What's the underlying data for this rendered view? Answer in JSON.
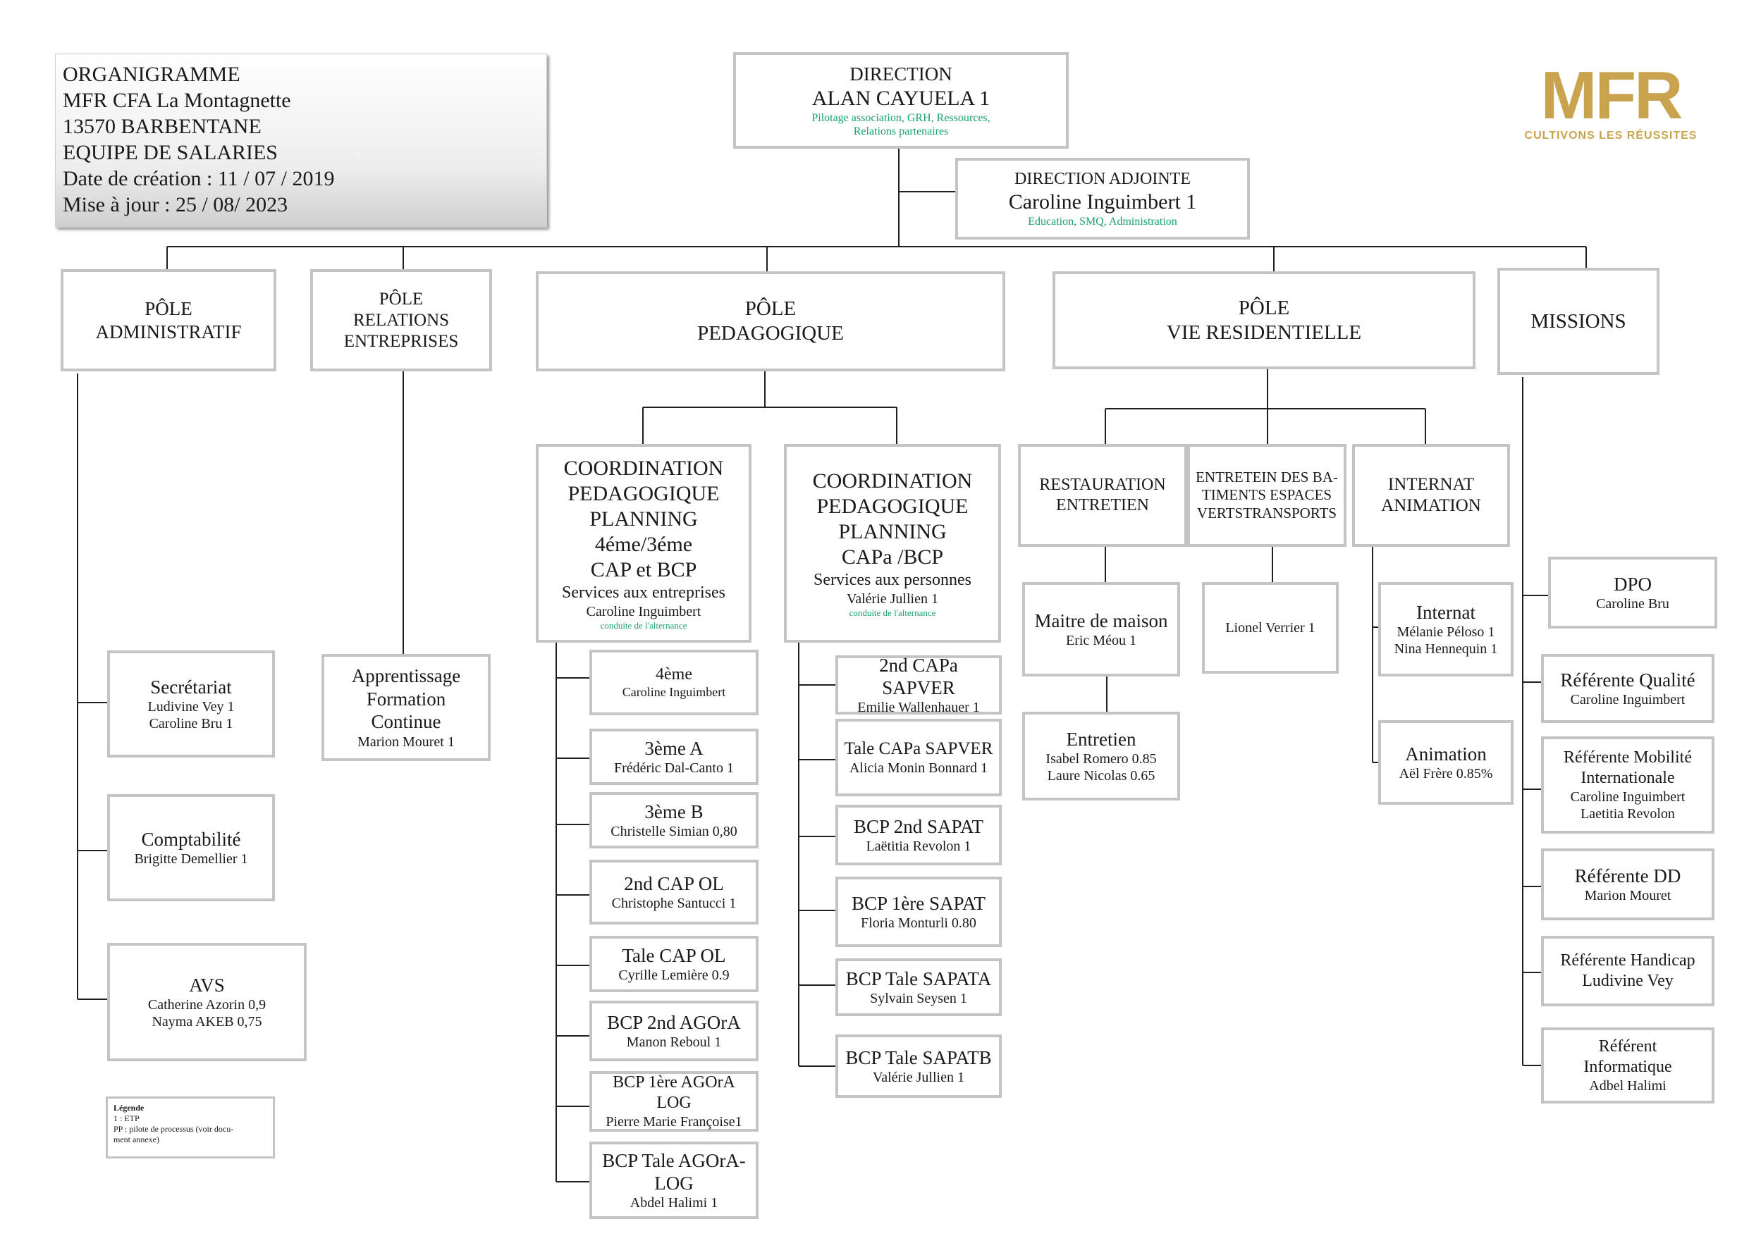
{
  "header": {
    "lines": [
      "ORGANIGRAMME",
      "MFR  CFA La Montagnette",
      "13570 BARBENTANE",
      "EQUIPE DE SALARIES",
      "Date de création : 11 / 07 / 2019",
      "Mise à jour : 25 / 08/ 2023"
    ]
  },
  "logo": {
    "text": "MFR",
    "tagline": "CULTIVONS LES RÉUSSITES"
  },
  "direction": {
    "title": "DIRECTION",
    "name": "ALAN CAYUELA 1",
    "role1": "Pilotage association, GRH, Ressources,",
    "role2": "Relations partenaires"
  },
  "direction_adjointe": {
    "title": "DIRECTION ADJOINTE",
    "name": "Caroline Inguimbert 1",
    "role": "Education, SMQ, Administration"
  },
  "poles": {
    "administratif": {
      "l1": "PÔLE",
      "l2": "ADMINISTRATIF"
    },
    "relations": {
      "l1": "PÔLE",
      "l2": "RELATIONS",
      "l3": "ENTREPRISES"
    },
    "pedagogique": {
      "l1": "PÔLE",
      "l2": "PEDAGOGIQUE"
    },
    "vie": {
      "l1": "PÔLE",
      "l2": "VIE RESIDENTIELLE"
    },
    "missions": {
      "l1": "MISSIONS"
    }
  },
  "administratif": {
    "secretariat": {
      "title": "Secrétariat",
      "p1": "Ludivine Vey 1",
      "p2": "Caroline Bru 1"
    },
    "comptabilite": {
      "title": "Comptabilité",
      "p1": "Brigitte Demellier 1"
    },
    "avs": {
      "title": "AVS",
      "p1": "Catherine Azorin 0,9",
      "p2": "Nayma  AKEB 0,75"
    }
  },
  "legend": {
    "title": "Légende",
    "l1": "1 : ETP",
    "l2": "PP : pilote de processus (voir docu-",
    "l3": "ment annexe)"
  },
  "relations": {
    "apprentissage": {
      "l1": "Apprentissage",
      "l2": "Formation",
      "l3": "Continue",
      "p1": "Marion Mouret 1"
    }
  },
  "coord1": {
    "l1": "COORDINATION",
    "l2": "PEDAGOGIQUE",
    "l3": "PLANNING",
    "l4": "4éme/3éme",
    "l5": "CAP et BCP",
    "l6": "Services aux entreprises",
    "p1": "Caroline Inguimbert",
    "g1": "conduite de l'alternance"
  },
  "coord2": {
    "l1": "COORDINATION",
    "l2": "PEDAGOGIQUE",
    "l3": "PLANNING",
    "l4": "CAPa /BCP",
    "l5": "Services aux personnes",
    "p1": "Valérie Jullien 1",
    "g1": "conduite de l'alternance"
  },
  "classes1": [
    {
      "title": "4ème",
      "person": "Caroline Inguimbert"
    },
    {
      "title": "3ème A",
      "person": "Frédéric Dal-Canto 1"
    },
    {
      "title": "3ème B",
      "person": "Christelle Simian 0,80"
    },
    {
      "title": "2nd CAP OL",
      "person": "Christophe Santucci 1"
    },
    {
      "title": "Tale CAP OL",
      "person": "Cyrille Lemière 0.9"
    },
    {
      "title": "BCP 2nd AGOrA",
      "person": "Manon Reboul 1"
    },
    {
      "title": "BCP 1ère AGOrA LOG",
      "person": "Pierre Marie Françoise1"
    },
    {
      "title": "BCP Tale AGOrA-LOG",
      "person": "Abdel Halimi 1"
    }
  ],
  "classes2": [
    {
      "title": "2nd CAPa SAPVER",
      "person": "Emilie Wallenhauer  1"
    },
    {
      "title": "Tale CAPa SAPVER",
      "person": "Alicia Monin Bonnard 1"
    },
    {
      "title": "BCP 2nd SAPAT",
      "person": "Laëtitia Revolon  1"
    },
    {
      "title": "BCP 1ère  SAPAT",
      "person": "Floria Monturli 0.80"
    },
    {
      "title": "BCP Tale SAPATA",
      "person": "Sylvain Seysen 1"
    },
    {
      "title": "BCP Tale SAPATB",
      "person": "Valérie Jullien  1"
    }
  ],
  "vie": {
    "restauration": {
      "l1": "RESTAURATION",
      "l2": "ENTRETIEN"
    },
    "entretien_bat": {
      "l1": "ENTRETEIN DES BA-",
      "l2": "TIMENTS ESPACES",
      "l3": "VERTSTRANSPORTS"
    },
    "internat": {
      "l1": "INTERNAT",
      "l2": "ANIMATION"
    },
    "maitre": {
      "title": "Maitre de maison",
      "p1": "Eric Méou 1"
    },
    "entretien": {
      "title": "Entretien",
      "p1": "Isabel Romero 0.85",
      "p2": "Laure Nicolas 0.65"
    },
    "lionel": {
      "p1": "Lionel Verrier 1"
    },
    "internat_box": {
      "title": "Internat",
      "p1": "Mélanie Péloso 1",
      "p2": "Nina Hennequin 1"
    },
    "animation": {
      "title": "Animation",
      "p1": "Aël Frère 0.85%"
    }
  },
  "missions": [
    {
      "l1": "DPO",
      "p1": "Caroline Bru"
    },
    {
      "l1": "Référente Qualité",
      "p1": "Caroline Inguimbert"
    },
    {
      "l1": "Référente Mobilité",
      "l2": "Internationale",
      "p1": "Caroline Inguimbert",
      "p2": "Laetitia Revolon"
    },
    {
      "l1": "Référente DD",
      "p1": "Marion Mouret"
    },
    {
      "l1": "Référente Handicap",
      "l2": "Ludivine Vey"
    },
    {
      "l1": "Référent",
      "l2": "Informatique",
      "p1": "Adbel Halimi"
    }
  ]
}
